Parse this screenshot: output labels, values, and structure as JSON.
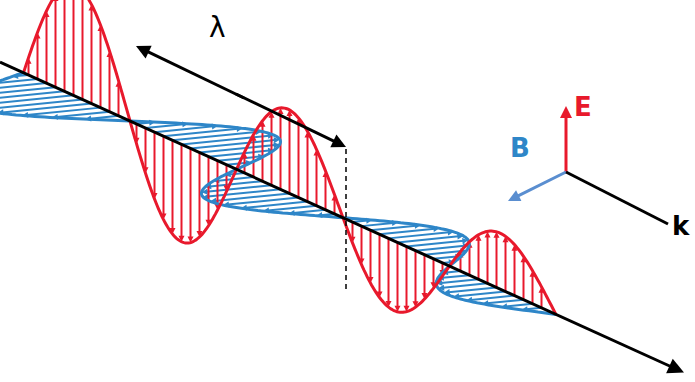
{
  "diagram": {
    "labels": [
      "λ",
      "E",
      "B",
      "k"
    ]
  }
}
